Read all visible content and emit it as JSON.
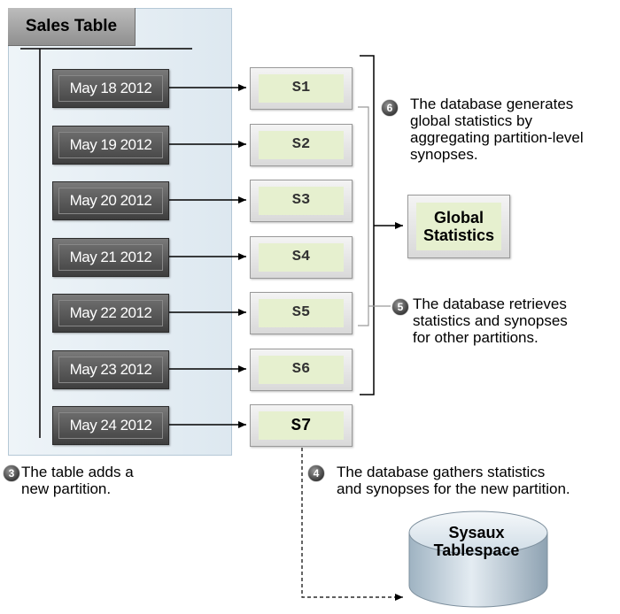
{
  "table": {
    "title": "Sales Table"
  },
  "partitions": [
    "May 18 2012",
    "May 19 2012",
    "May 20 2012",
    "May 21 2012",
    "May 22 2012",
    "May 23 2012",
    "May 24 2012"
  ],
  "synopses": [
    "S1",
    "S2",
    "S3",
    "S4",
    "S5",
    "S6",
    "S7"
  ],
  "global": {
    "label": "Global\nStatistics"
  },
  "tablespace": {
    "label": "Sysaux\nTablespace"
  },
  "callouts": {
    "step3": {
      "num": "3",
      "text": "The table adds a\nnew partition."
    },
    "step4": {
      "num": "4",
      "text": "The database gathers statistics\nand synopses for the new partition."
    },
    "step5": {
      "num": "5",
      "text": "The database retrieves\nstatistics and synopses\nfor other partitions."
    },
    "step6": {
      "num": "6",
      "text": "The database generates\nglobal statistics by\naggregating partition-level\nsynopses."
    }
  },
  "colors": {
    "synopsis_fill": "#e6f0cf",
    "partition_fill": "#4a4a4a",
    "panel_fill": "#e6eef4"
  }
}
